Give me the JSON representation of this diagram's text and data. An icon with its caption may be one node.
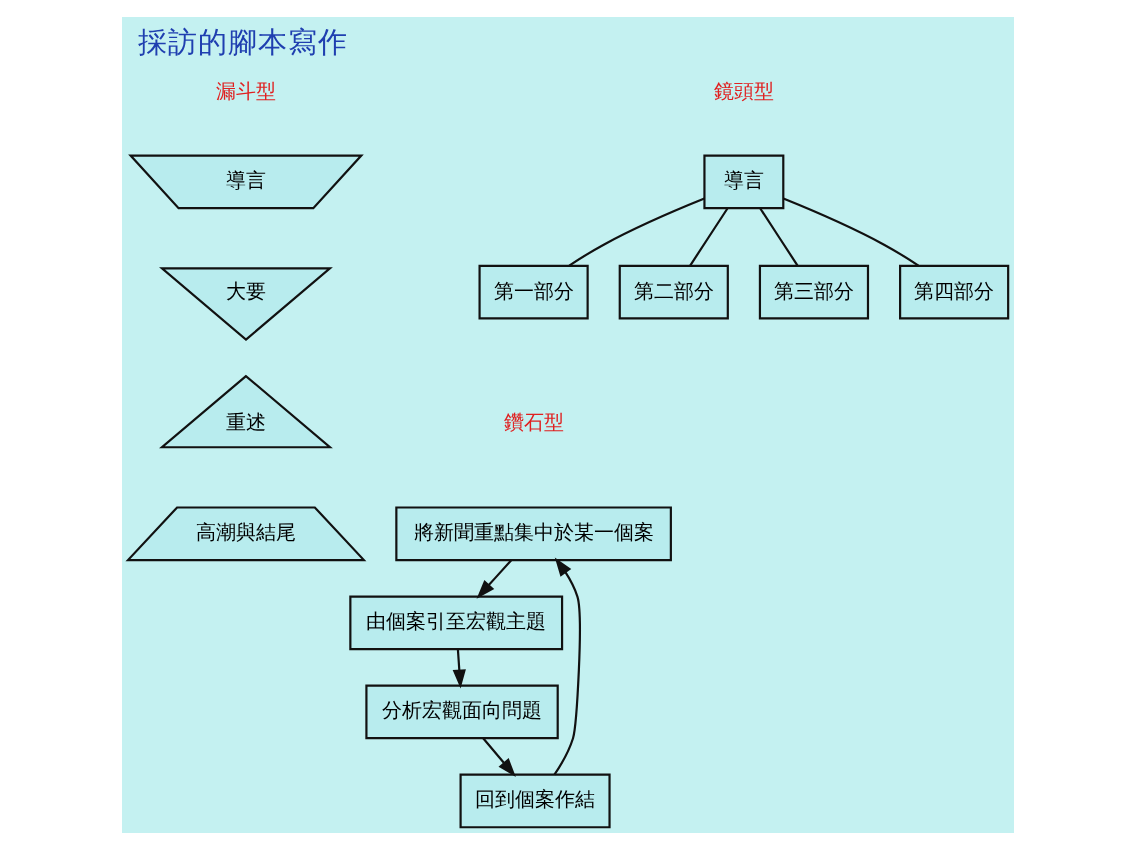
{
  "diagram": {
    "title": "採訪的腳本寫作",
    "nodes": [
      {
        "text": [
          "導言"
        ]
      },
      {
        "text": [
          "大要"
        ]
      },
      {
        "text": [
          "重述"
        ]
      },
      {
        "text": [
          "高潮與結尾"
        ]
      },
      {
        "text": [
          "導言"
        ]
      },
      {
        "text": [
          "第一部分"
        ]
      },
      {
        "text": [
          "第二部分"
        ]
      },
      {
        "text": [
          "第三部分"
        ]
      },
      {
        "text": [
          "第四部分"
        ]
      },
      {
        "text": [
          "將新聞重點集中於某一個案"
        ]
      },
      {
        "text": [
          "由個案引至宏觀主題"
        ]
      },
      {
        "text": [
          "分析宏觀面向問題"
        ]
      },
      {
        "text": [
          "回到個案作結"
        ]
      }
    ],
    "edges": [
      {
        "from": 4,
        "to": 5,
        "arrow": "none"
      },
      {
        "from": 4,
        "to": 6,
        "arrow": "none"
      },
      {
        "from": 4,
        "to": 7,
        "arrow": "none"
      },
      {
        "from": 4,
        "to": 8,
        "arrow": "none"
      },
      {
        "from": 9,
        "to": 10,
        "arrow": "to"
      },
      {
        "from": 10,
        "to": 11,
        "arrow": "to"
      },
      {
        "from": 11,
        "to": 12,
        "arrow": "to"
      },
      {
        "from": 12,
        "to": 9,
        "arrow": "to"
      }
    ],
    "labels": [
      "漏斗型",
      "鏡頭型",
      "鑽石型"
    ]
  }
}
